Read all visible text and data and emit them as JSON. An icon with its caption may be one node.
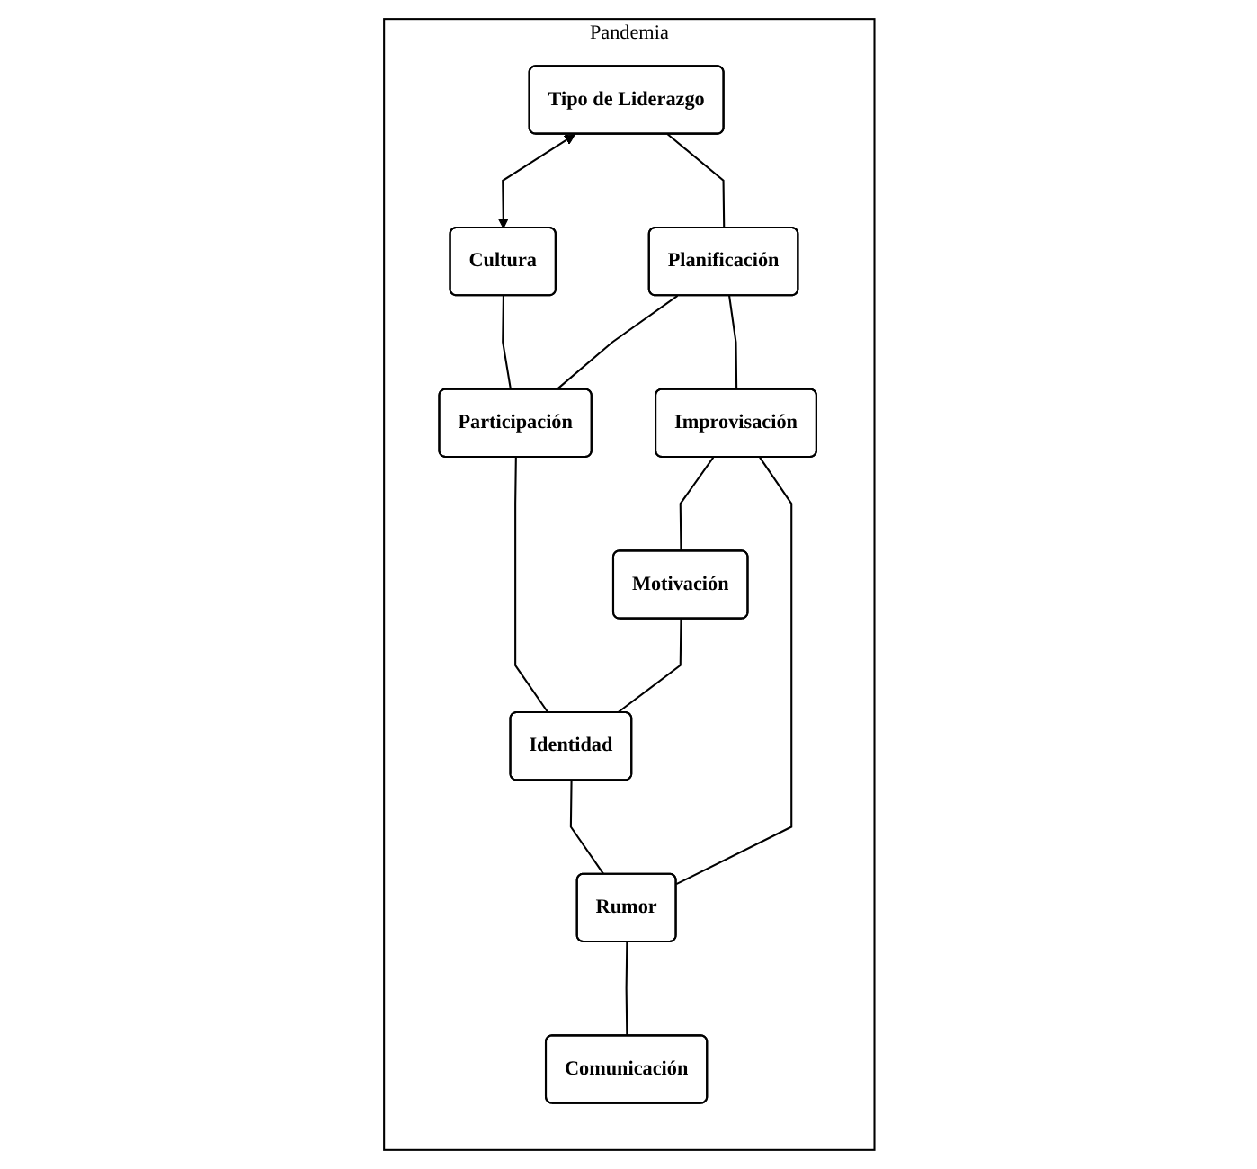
{
  "diagram": {
    "nodes": [
      {
        "text": [
          "Pandemia"
        ]
      },
      {
        "text": [
          "Tipo de Liderazgo"
        ],
        "in": 0
      },
      {
        "text": [
          "Cultura"
        ],
        "in": 0
      },
      {
        "text": [
          "Planificación"
        ],
        "in": 0
      },
      {
        "text": [
          "Participación"
        ],
        "in": 0
      },
      {
        "text": [
          "Improvisación"
        ],
        "in": 0
      },
      {
        "text": [
          "Motivación"
        ],
        "in": 0
      },
      {
        "text": [
          "Identidad"
        ],
        "in": 0
      },
      {
        "text": [
          "Rumor"
        ],
        "in": 0
      },
      {
        "text": [
          "Comunicación"
        ],
        "in": 0
      }
    ],
    "edges": [
      {
        "from": 1,
        "to": 2,
        "arrow": "both"
      },
      {
        "from": 1,
        "to": 3,
        "arrow": "none"
      },
      {
        "from": 2,
        "to": 4,
        "arrow": "none"
      },
      {
        "from": 3,
        "to": 4,
        "arrow": "none"
      },
      {
        "from": 3,
        "to": 5,
        "arrow": "none"
      },
      {
        "from": 4,
        "to": 7,
        "arrow": "none"
      },
      {
        "from": 5,
        "to": 6,
        "arrow": "none"
      },
      {
        "from": 6,
        "to": 7,
        "arrow": "none"
      },
      {
        "from": 5,
        "to": 8,
        "arrow": "none"
      },
      {
        "from": 7,
        "to": 8,
        "arrow": "none"
      },
      {
        "from": 8,
        "to": 9,
        "arrow": "none"
      }
    ]
  }
}
